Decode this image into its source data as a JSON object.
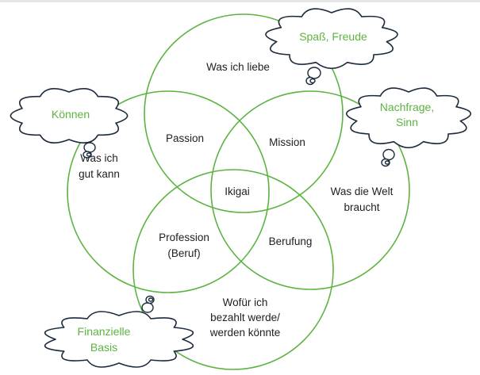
{
  "diagram": {
    "type": "ikigai-venn",
    "colors": {
      "circle": "#5cb340",
      "cloud_outline": "#1b2a3d",
      "cloud_text": "#5cb340",
      "text": "#1f1f1f"
    },
    "circles": {
      "top": {
        "label": "Was ich liebe"
      },
      "left": {
        "label_lines": [
          "Was ich",
          "gut kann"
        ]
      },
      "right": {
        "label_lines": [
          "Was die Welt",
          "braucht"
        ]
      },
      "bottom": {
        "label_lines": [
          "Wofür ich",
          "bezahlt werde/",
          "werden könnte"
        ]
      }
    },
    "intersections": {
      "passion": "Passion",
      "mission": "Mission",
      "ikigai": "Ikigai",
      "profession_lines": [
        "Profession",
        "(Beruf)"
      ],
      "berufung": "Berufung"
    },
    "clouds": {
      "spass": {
        "lines": [
          "Spaß, Freude"
        ]
      },
      "koennen": {
        "lines": [
          "Können"
        ]
      },
      "nachfrage": {
        "lines": [
          "Nachfrage,",
          "Sinn"
        ]
      },
      "finanzielle": {
        "lines": [
          "Finanzielle",
          "Basis"
        ]
      }
    }
  }
}
